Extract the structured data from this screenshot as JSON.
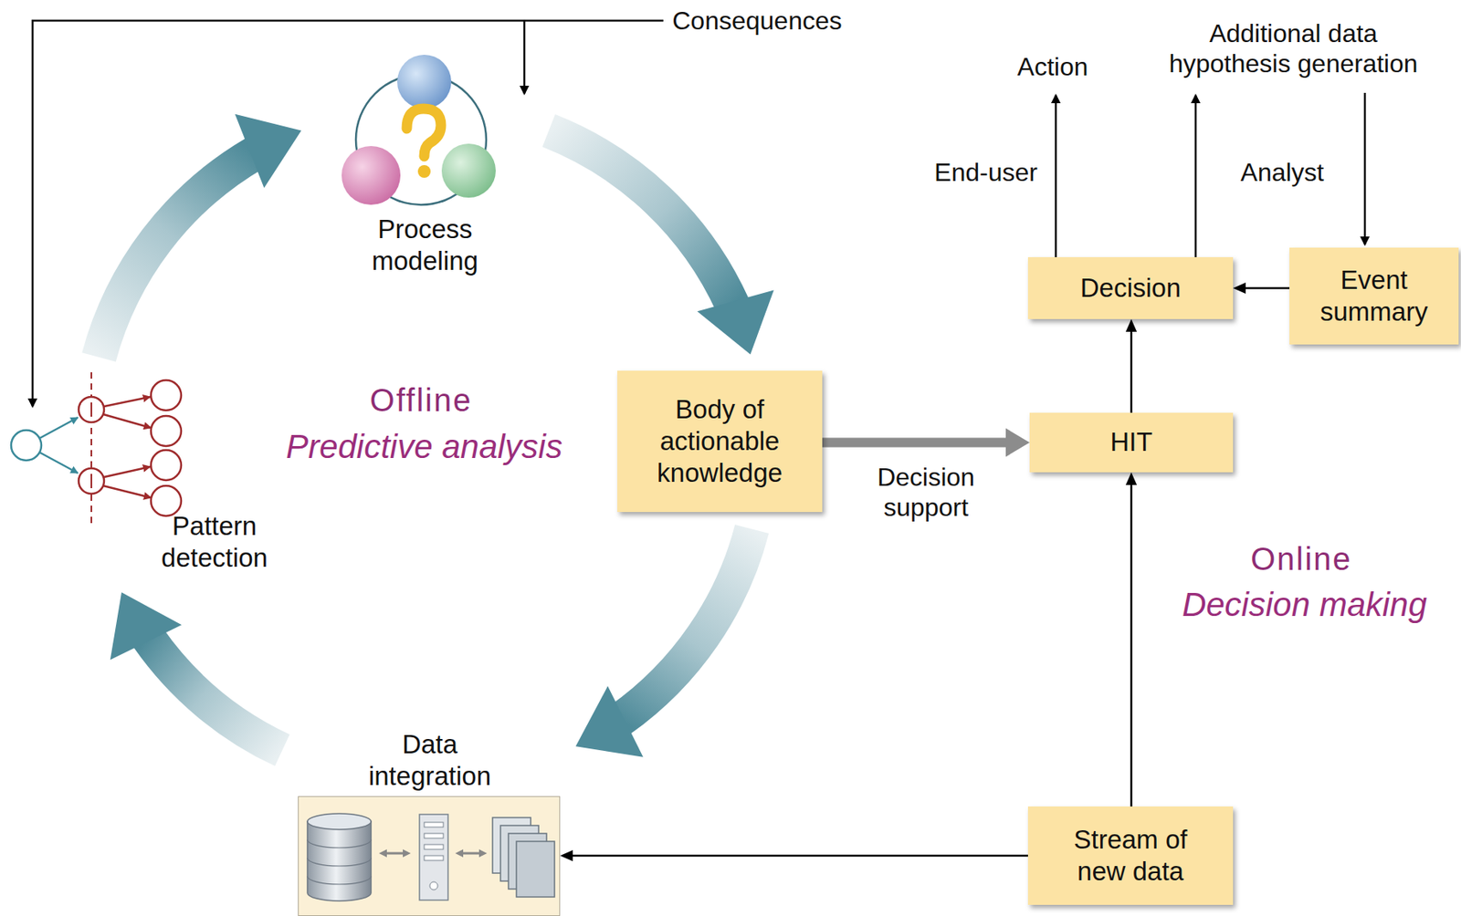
{
  "diagram": {
    "nodes": [
      {
        "text": [
          "Process modeling"
        ]
      },
      {
        "text": [
          "Body of actionable knowledge"
        ]
      },
      {
        "text": [
          "Data integration"
        ]
      },
      {
        "text": [
          "Pattern detection"
        ]
      },
      {
        "text": [
          "HIT"
        ]
      },
      {
        "text": [
          "Decision"
        ]
      },
      {
        "text": [
          "Event summary"
        ]
      },
      {
        "text": [
          "Stream of new data"
        ]
      }
    ],
    "edges": [
      {
        "from": 0,
        "to": 1,
        "arrow": "to"
      },
      {
        "from": 1,
        "to": 2,
        "arrow": "to"
      },
      {
        "from": 2,
        "to": 3,
        "arrow": "to"
      },
      {
        "from": 3,
        "to": 0,
        "arrow": "to"
      },
      {
        "from": 1,
        "to": 4,
        "label": "Decision support",
        "arrow": "to"
      },
      {
        "from": 7,
        "to": 4,
        "arrow": "to"
      },
      {
        "from": 7,
        "to": 2,
        "arrow": "to"
      },
      {
        "from": 4,
        "to": 5,
        "arrow": "to"
      },
      {
        "from": 6,
        "to": 5,
        "arrow": "to"
      }
    ],
    "labels": [
      "Consequences",
      "Action",
      "Additional data hypothesis generation",
      "End-user",
      "Analyst",
      "Offline",
      "Predictive analysis",
      "Online",
      "Decision making"
    ]
  }
}
